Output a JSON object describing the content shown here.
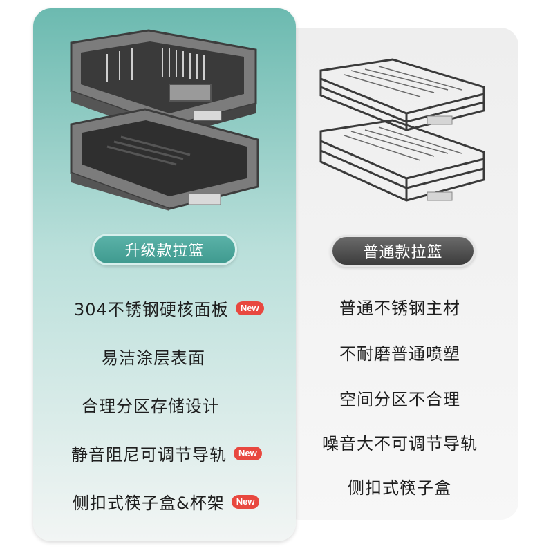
{
  "colors": {
    "upgrade_accent": "#4aa69b",
    "standard_accent": "#4a4a4a",
    "new_badge": "#e8483f"
  },
  "upgrade": {
    "label": "升级款拉篮",
    "image_icon": "premium-pull-out-basket-icon",
    "features": [
      {
        "text": "304不锈钢硬核面板",
        "badge": "New"
      },
      {
        "text": "易洁涂层表面",
        "badge": ""
      },
      {
        "text": "合理分区存储设计",
        "badge": ""
      },
      {
        "text": "静音阻尼可调节导轨",
        "badge": "New"
      },
      {
        "text": "侧扣式筷子盒&杯架",
        "badge": "New"
      }
    ]
  },
  "standard": {
    "label": "普通款拉篮",
    "image_icon": "wire-pull-out-basket-icon",
    "features": [
      {
        "text": "普通不锈钢主材"
      },
      {
        "text": "不耐磨普通喷塑"
      },
      {
        "text": "空间分区不合理"
      },
      {
        "text": "噪音大不可调节导轨"
      },
      {
        "text": "侧扣式筷子盒"
      }
    ]
  }
}
